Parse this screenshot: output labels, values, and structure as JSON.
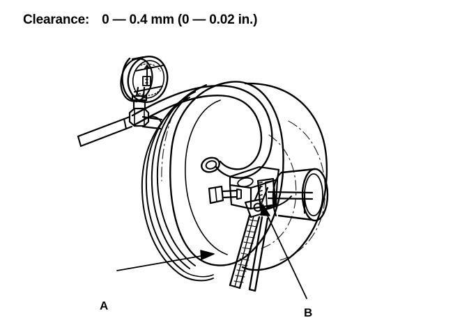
{
  "document": {
    "type": "service-manual-illustration",
    "background_color": "#ffffff",
    "line_color": "#000000"
  },
  "spec": {
    "label": "Clearance:",
    "value": "0 — 0.4 mm (0 — 0.02 in.)",
    "metric_min": "0",
    "metric_max": "0.4 mm",
    "imperial_min": "0",
    "imperial_max": "0.02 in."
  },
  "figure": {
    "title": "Brake booster push rod clearance measurement",
    "callouts": [
      {
        "id": "A",
        "label": "A",
        "points_to": "special-tool-gauge-handle"
      },
      {
        "id": "B",
        "label": "B",
        "points_to": "push-rod-adjusting-nut"
      }
    ],
    "parts": [
      {
        "name": "dial-gauge",
        "description": "Round dial indicator gauge mounted on T-fitting"
      },
      {
        "name": "vacuum-pipe",
        "description": "Pipe extending to the left from the T-fitting"
      },
      {
        "name": "brake-booster",
        "description": "Large circular vacuum brake booster body"
      },
      {
        "name": "vacuum-hose",
        "description": "Curved hose from booster port"
      },
      {
        "name": "master-cylinder",
        "description": "Cylindrical master cylinder body at right"
      },
      {
        "name": "push-rod",
        "description": "Push rod protruding from master cylinder"
      },
      {
        "name": "adjusting-nut",
        "description": "Knurled adjusting nut on push rod"
      },
      {
        "name": "special-tool",
        "description": "Knurled special tool / wrench"
      }
    ]
  }
}
